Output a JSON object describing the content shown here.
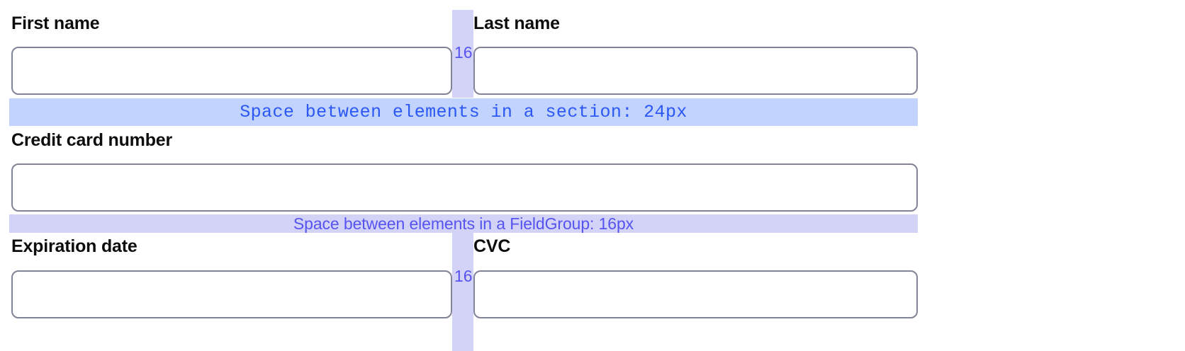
{
  "form": {
    "rows": [
      {
        "id": "name-row",
        "fields": [
          {
            "id": "first-name",
            "label": "First name",
            "value": "",
            "placeholder": ""
          },
          {
            "id": "last-name",
            "label": "Last name",
            "value": "",
            "placeholder": ""
          }
        ],
        "gap_marker": {
          "value": "16",
          "color": "#5654f0",
          "band_color": "#d3d3f7"
        }
      },
      {
        "id": "card-row",
        "fields": [
          {
            "id": "credit-card-number",
            "label": "Credit card number",
            "value": "",
            "placeholder": ""
          }
        ]
      },
      {
        "id": "expiry-row",
        "fields": [
          {
            "id": "expiration-date",
            "label": "Expiration date",
            "value": "",
            "placeholder": ""
          },
          {
            "id": "cvc",
            "label": "CVC",
            "value": "",
            "placeholder": ""
          }
        ],
        "gap_marker": {
          "value": "16",
          "color": "#5654f0",
          "band_color": "#d3d3f7"
        }
      }
    ]
  },
  "annotations": {
    "section_gap": {
      "text": "Space between elements in a section: 24px",
      "value": "24px",
      "band_color": "#c2d3fd",
      "text_color": "#2b58f5"
    },
    "fieldgroup_gap": {
      "text": "Space between elements in a FieldGroup: 16px",
      "value": "16px",
      "band_color": "#d3d3f7",
      "text_color": "#5654f0"
    }
  },
  "colors": {
    "input_border": "#808496",
    "label_text": "#0c0d0e",
    "page_background": "#ffffff"
  }
}
